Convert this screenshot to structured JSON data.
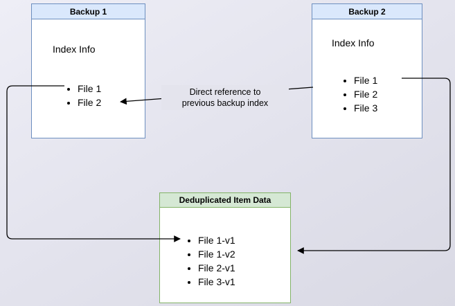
{
  "colors": {
    "backup_border": "#6c8ebf",
    "backup_header_fill": "#dae8fc",
    "dedup_border": "#82b366",
    "dedup_header_fill": "#d5e8d4",
    "arrow": "#000000",
    "background": "#e6e6ee"
  },
  "backup1": {
    "title": "Backup 1",
    "body_title": "Index Info",
    "items": [
      "File 1",
      "File 2"
    ]
  },
  "backup2": {
    "title": "Backup 2",
    "body_title": "Index Info",
    "items": [
      "File 1",
      "File 2",
      "File 3"
    ]
  },
  "dedup": {
    "title": "Deduplicated Item Data",
    "items": [
      "File 1-v1",
      "File 1-v2",
      "File 2-v1",
      "File 3-v1"
    ]
  },
  "annotation": {
    "line1": "Direct reference to",
    "line2": "previous backup index"
  }
}
